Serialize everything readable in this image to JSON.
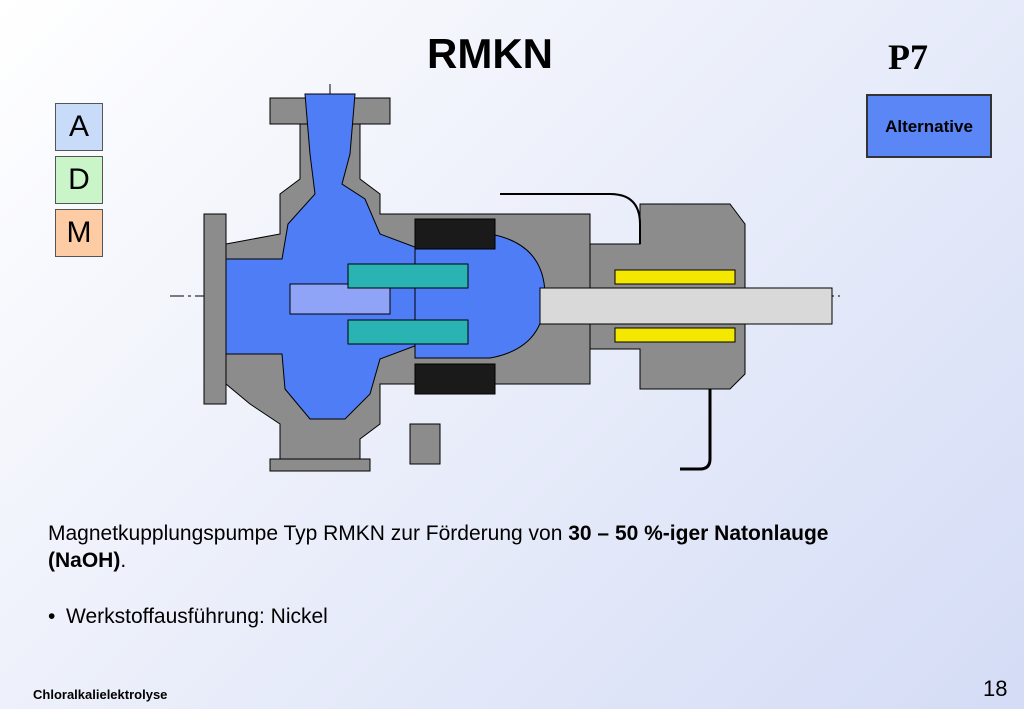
{
  "slide": {
    "title": "RMKN",
    "page_code": "P7",
    "badges": [
      "A",
      "D",
      "M"
    ],
    "alternative_label": "Alternative",
    "description": {
      "part1": "Magnetkupplungspumpe Typ RMKN zur Förderung von ",
      "bold1": "30 – 50 %-iger Natonlauge",
      "bold2": "(NaOH)",
      "end": "."
    },
    "bullet": "Werkstoffausführung: Nickel",
    "footer": "Chloralkalielektrolyse",
    "page_number": "18"
  },
  "colors": {
    "casing": "#8c8c8c",
    "fluid": "#4f7df5",
    "magnet": "#2ab3b3",
    "bearing": "#f5e800",
    "alternative_box": "#5b86f6"
  }
}
